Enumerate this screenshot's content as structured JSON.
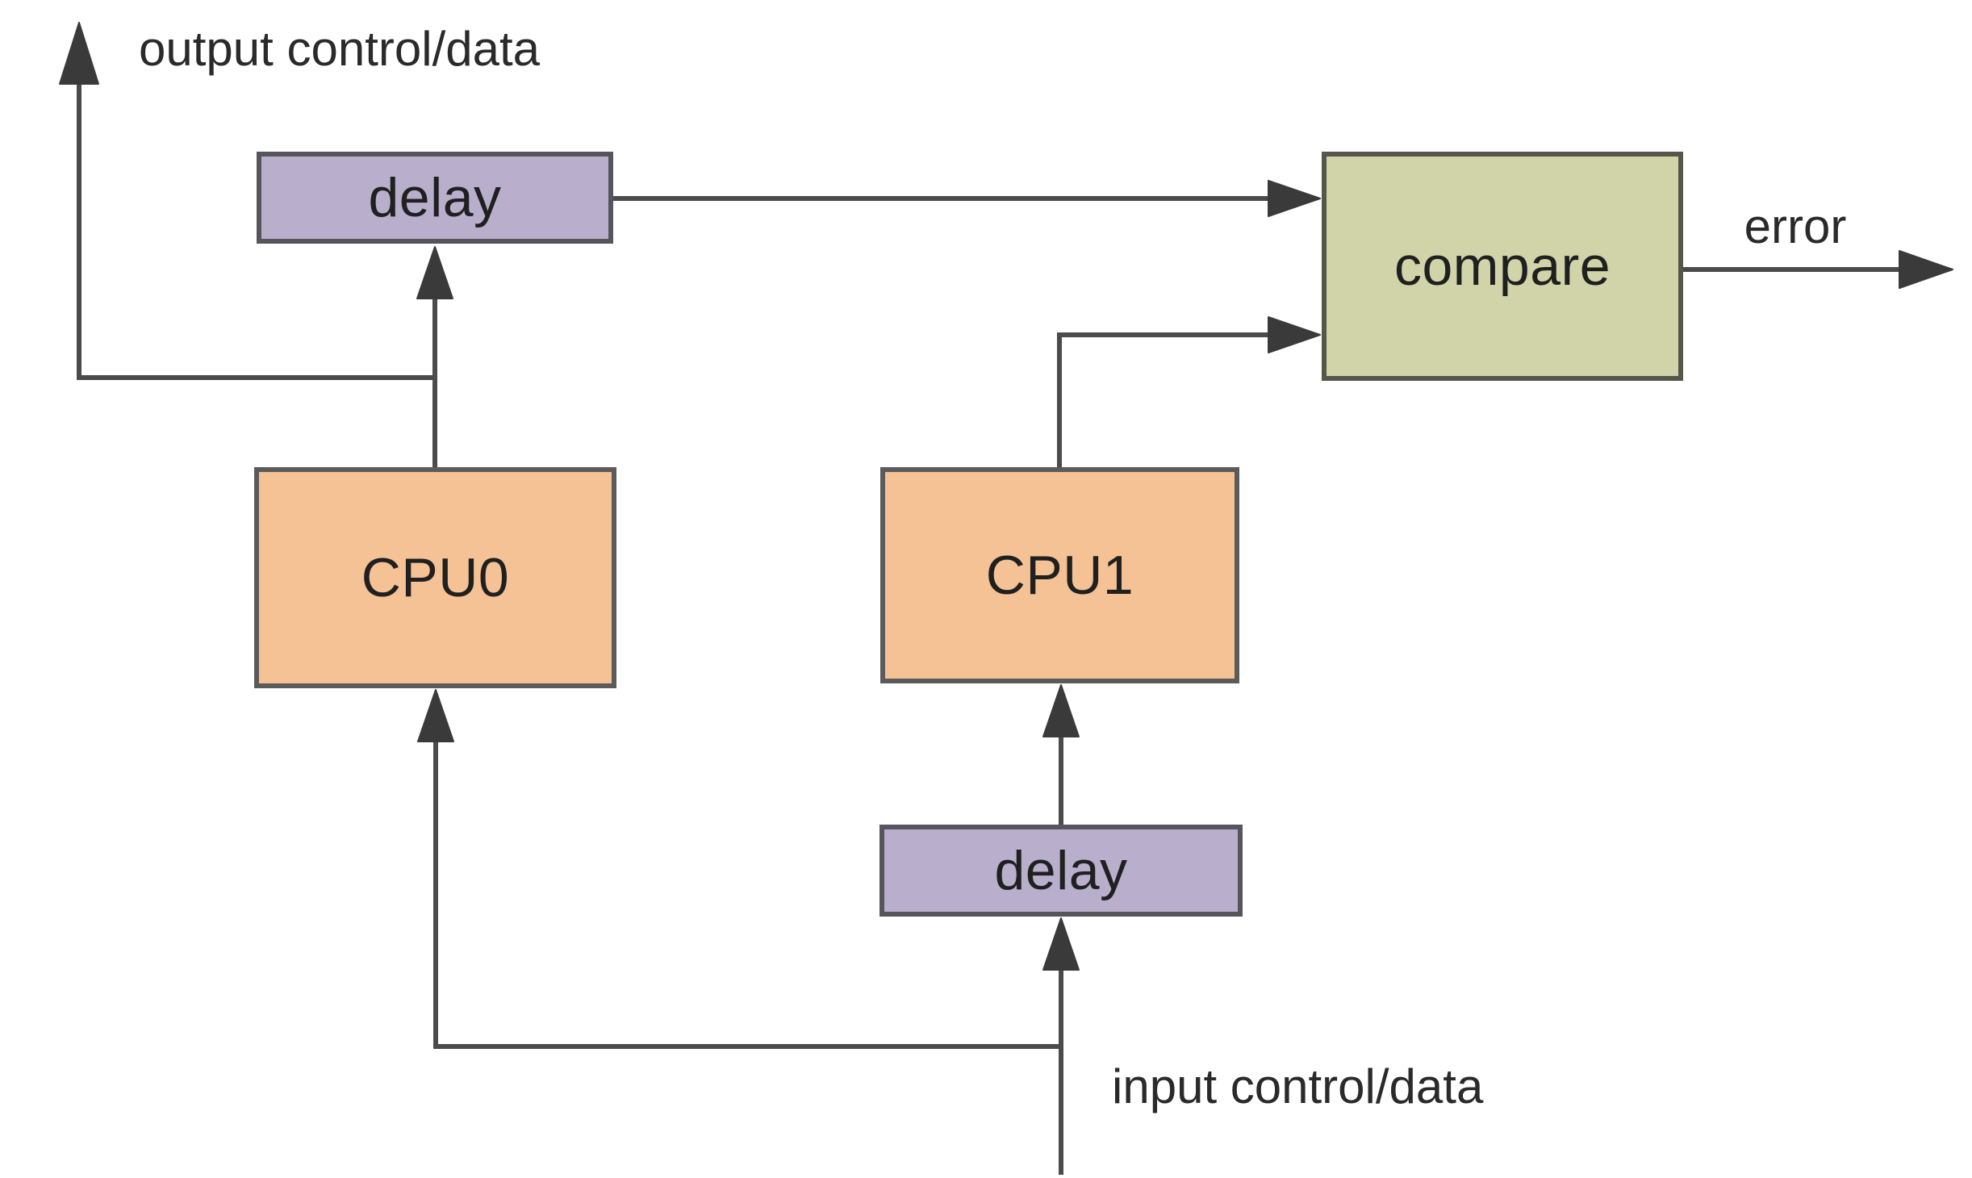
{
  "diagram": {
    "nodes": {
      "delay_top": {
        "label": "delay",
        "type": "delay"
      },
      "compare": {
        "label": "compare",
        "type": "compare"
      },
      "cpu0": {
        "label": "CPU0",
        "type": "cpu"
      },
      "cpu1": {
        "label": "CPU1",
        "type": "cpu"
      },
      "delay_bottom": {
        "label": "delay",
        "type": "delay"
      }
    },
    "annotations": {
      "output": {
        "text": "output control/data"
      },
      "error": {
        "text": "error"
      },
      "input": {
        "text": "input control/data"
      }
    },
    "edges": [
      {
        "id": "cpu0-to-output",
        "from": "CPU0",
        "to": "output control/data"
      },
      {
        "id": "cpu0-to-delay-top",
        "from": "CPU0",
        "to": "delay (top)"
      },
      {
        "id": "delay-top-to-compare",
        "from": "delay (top)",
        "to": "compare"
      },
      {
        "id": "cpu1-to-compare",
        "from": "CPU1",
        "to": "compare"
      },
      {
        "id": "compare-to-error",
        "from": "compare",
        "to": "error"
      },
      {
        "id": "input-to-delay-bottom",
        "from": "input control/data",
        "to": "delay (bottom)"
      },
      {
        "id": "input-to-cpu0",
        "from": "input control/data",
        "to": "CPU0"
      },
      {
        "id": "delay-bottom-to-cpu1",
        "from": "delay (bottom)",
        "to": "CPU1"
      }
    ],
    "colors": {
      "cpu_fill": "#f4c294",
      "cpu_border": "#5b5b5b",
      "delay_fill": "#b9afcc",
      "delay_border": "#57555c",
      "compare_fill": "#d0d4a8",
      "compare_border": "#54574a",
      "edge_line": "#4b4b4b",
      "arrowhead": "#3a3a3a",
      "node_text": "#202020",
      "label_text": "#2a2a2a",
      "bg": "#ffffff"
    }
  }
}
